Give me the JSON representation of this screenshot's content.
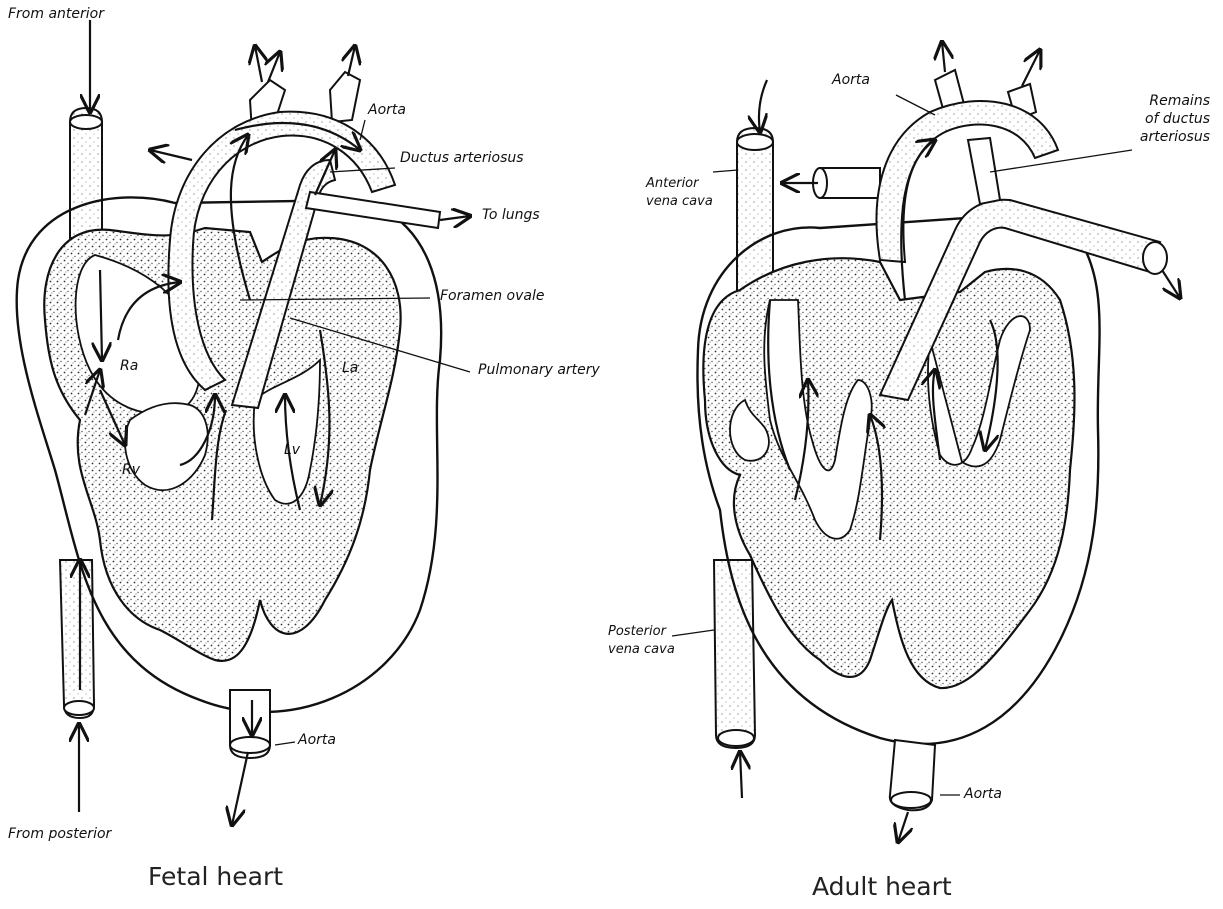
{
  "fetal": {
    "from_anterior": "From anterior",
    "aorta_top": "Aorta",
    "ductus_arteriosus": "Ductus arteriosus",
    "to_lungs": "To lungs",
    "foramen_ovale": "Foramen ovale",
    "pulmonary_artery": "Pulmonary artery",
    "ra": "Ra",
    "la": "La",
    "rv": "Rv",
    "lv": "Lv",
    "aorta_bottom": "Aorta",
    "from_posterior": "From posterior",
    "caption": "Fetal heart"
  },
  "adult": {
    "aorta_top": "Aorta",
    "remains_line1": "Remains",
    "remains_line2": "of ductus",
    "remains_line3": "arteriosus",
    "anterior_line1": "Anterior",
    "anterior_line2": "vena cava",
    "posterior_line1": "Posterior",
    "posterior_line2": "vena cava",
    "aorta_bottom": "Aorta",
    "caption": "Adult heart"
  }
}
